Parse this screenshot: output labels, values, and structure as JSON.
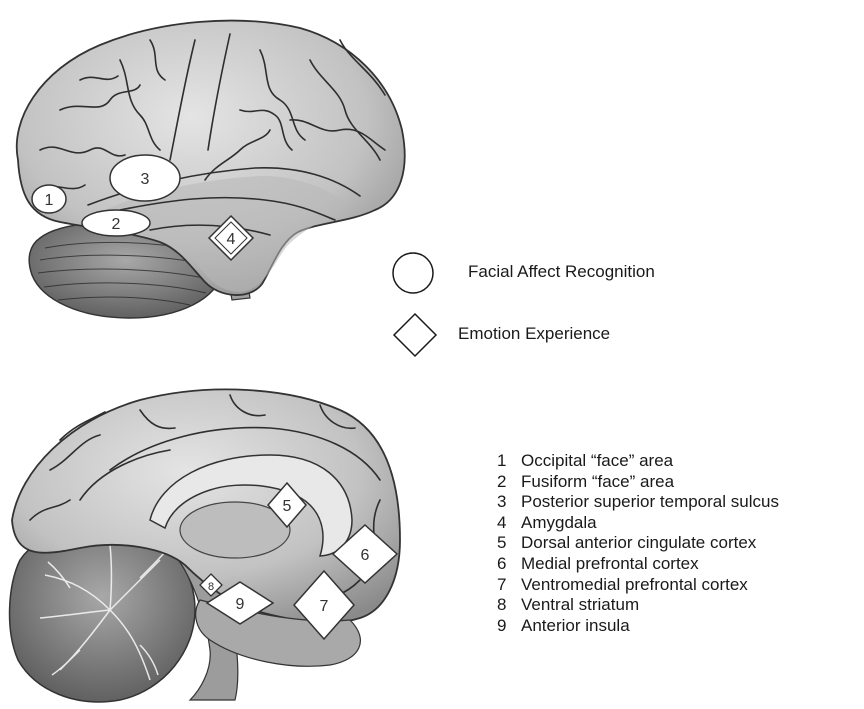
{
  "legend": {
    "circle_label": "Facial Affect Recognition",
    "diamond_label": "Emotion Experience"
  },
  "markers": {
    "m1": "1",
    "m2": "2",
    "m3": "3",
    "m4": "4",
    "m5": "5",
    "m6": "6",
    "m7": "7",
    "m8": "8",
    "m9": "9"
  },
  "regions": [
    {
      "num": "1",
      "name": "Occipital “face” area"
    },
    {
      "num": "2",
      "name": "Fusiform “face” area"
    },
    {
      "num": "3",
      "name": "Posterior superior temporal sulcus"
    },
    {
      "num": "4",
      "name": "Amygdala"
    },
    {
      "num": "5",
      "name": "Dorsal anterior cingulate cortex"
    },
    {
      "num": "6",
      "name": "Medial prefrontal cortex"
    },
    {
      "num": "7",
      "name": "Ventromedial prefrontal cortex"
    },
    {
      "num": "8",
      "name": "Ventral striatum"
    },
    {
      "num": "9",
      "name": "Anterior insula"
    }
  ],
  "colors": {
    "ink": "#1a1a1a",
    "brain_fill": "#c9c9c9",
    "cerebellum_fill": "#8f8f8f",
    "sulcus_stroke": "#2e2e2e"
  }
}
